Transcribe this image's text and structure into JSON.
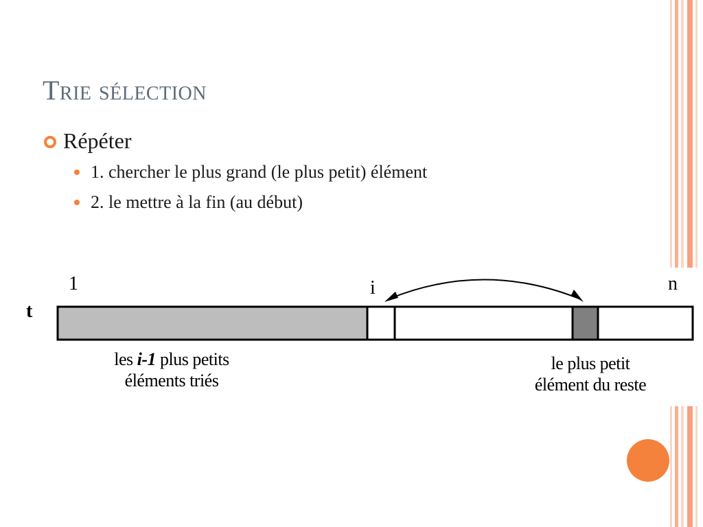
{
  "slide": {
    "title": "Trie sélection",
    "bullet": "Répéter",
    "sub_bullets": [
      "1. chercher le plus grand (le plus petit) élément",
      "2. le mettre à la fin (au début)"
    ]
  },
  "diagram": {
    "array_label": "t",
    "index_start": "1",
    "index_i": "i",
    "index_n": "n",
    "left_caption_line1_prefix": "les ",
    "left_caption_italic": "i-1",
    "left_caption_line1_suffix": " plus petits",
    "left_caption_line2": "éléments triés",
    "right_caption_line1": "le plus petit",
    "right_caption_line2": "élément du reste",
    "colors": {
      "sorted_fill": "#bdbdbd",
      "min_fill": "#808080",
      "unsorted_fill": "#ffffff"
    }
  },
  "theme": {
    "accent": "#f5823c",
    "title_color": "#5e6b79",
    "stripe_colors": [
      "#fbd5c2",
      "#f7b08f",
      "#fbd5c2",
      "#f5a07e"
    ]
  }
}
